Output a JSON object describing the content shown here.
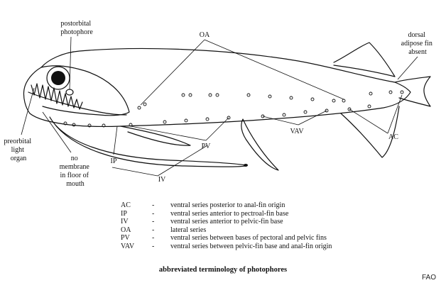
{
  "labels": {
    "postorbital": [
      "postorbital",
      "photophore"
    ],
    "oa": "OA",
    "dorsal": [
      "dorsal",
      "adipose fin",
      "absent"
    ],
    "preorbital": [
      "preorbital",
      "light",
      "organ"
    ],
    "no_membrane": [
      "no",
      "membrane",
      "in floor of",
      "mouth"
    ],
    "pv": "PV",
    "ip": "IP",
    "iv": "IV",
    "vav": "VAV",
    "ac": "AC"
  },
  "legend": [
    {
      "abbr": "AC",
      "dash": "-",
      "text": "ventral series posterior to anal-fin origin"
    },
    {
      "abbr": "IP",
      "dash": "-",
      "text": "ventral series anterior to pectroal-fin base"
    },
    {
      "abbr": "IV",
      "dash": "-",
      "text": "ventral series anterior to pelvic-fin base"
    },
    {
      "abbr": "OA",
      "dash": "-",
      "text": "lateral series"
    },
    {
      "abbr": "PV",
      "dash": "-",
      "text": "ventral series between bases of pectoral and pelvic fins"
    },
    {
      "abbr": "VAV",
      "dash": "-",
      "text": "ventral series between pelvic-fin base and anal-fin origin"
    }
  ],
  "caption": "abbreviated terminology of photophores",
  "credit": "FAO",
  "colors": {
    "ink": "#111111",
    "background": "#ffffff"
  }
}
